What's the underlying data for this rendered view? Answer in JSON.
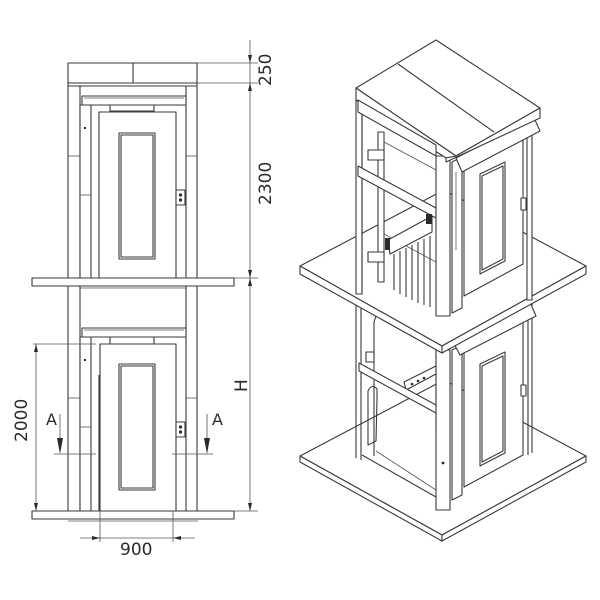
{
  "drawing": {
    "type": "technical-drawing",
    "subject": "two-stop home elevator",
    "views": [
      "front-elevation",
      "isometric"
    ]
  },
  "front_view": {
    "dimensions": {
      "headroom": "250",
      "floor_height": "2300",
      "door_height": "2000",
      "door_width": "900",
      "travel_height": "H"
    },
    "section_marks": {
      "left": "A",
      "right": "A"
    }
  },
  "colors": {
    "line": "#3a3a3a",
    "background": "#ffffff"
  }
}
